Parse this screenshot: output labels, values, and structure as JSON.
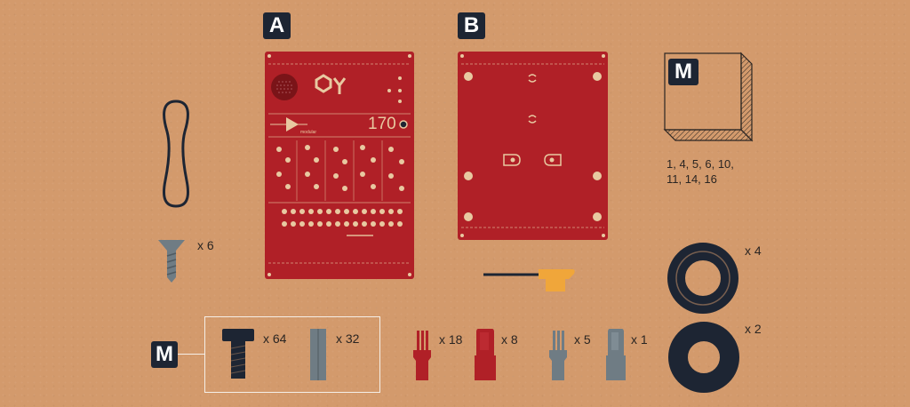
{
  "labels": {
    "a": "A",
    "b": "B",
    "m_top": "M",
    "m_bottom": "M"
  },
  "panel": {
    "model_number": "170",
    "brand": "modular"
  },
  "quantities": {
    "screw_small": "x 6",
    "screw_black": "x 64",
    "spacer_grey": "x 32",
    "knob_red_small": "x 18",
    "knob_red_large": "x 8",
    "knob_grey_small": "x 5",
    "knob_grey_large": "x 1",
    "ring_large": "x 4",
    "ring_small": "x 2"
  },
  "m_parts": {
    "line1": "1, 4, 5, 6, 10,",
    "line2": "11, 14, 16"
  },
  "colors": {
    "background": "#d39a6c",
    "pcb_red": "#b02027",
    "pcb_gold": "#e8c9a1",
    "navy": "#1d2533",
    "grey": "#6f7c84",
    "orange": "#f0a63a"
  }
}
